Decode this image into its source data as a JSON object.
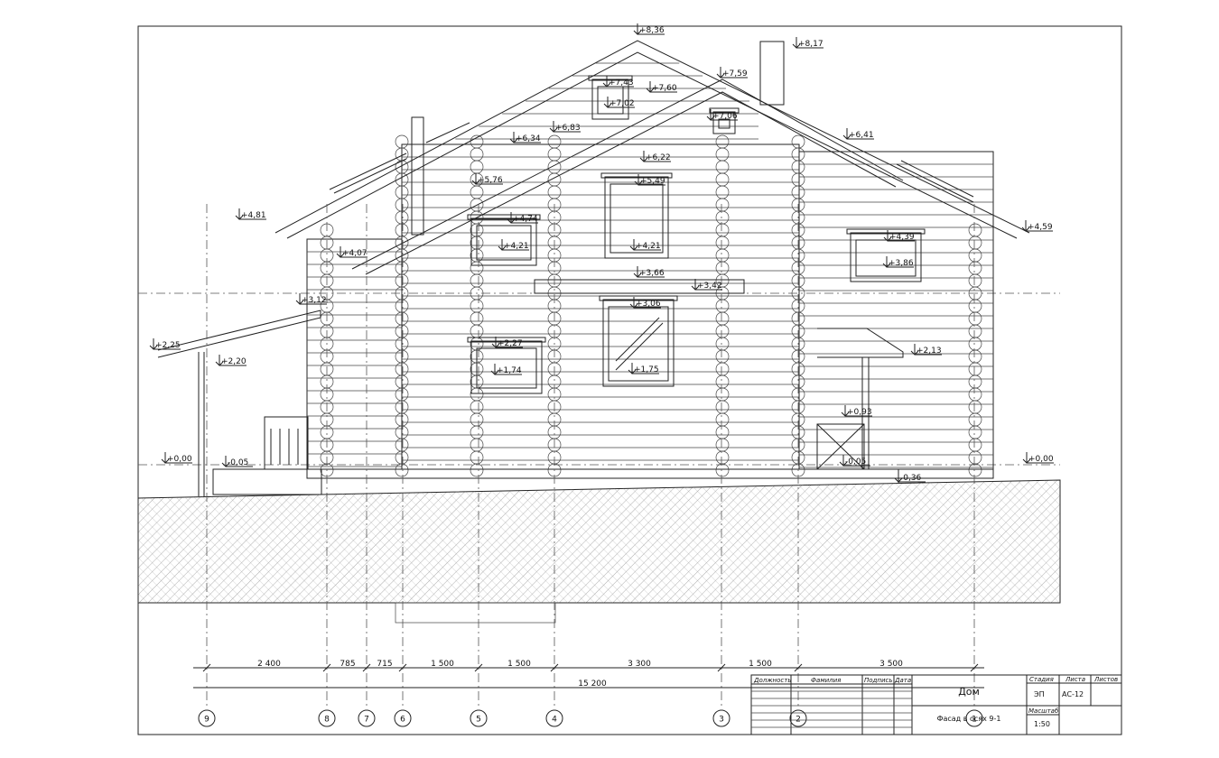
{
  "levels": [
    {
      "label": "+8,36"
    },
    {
      "label": "+8,17"
    },
    {
      "label": "+7,59"
    },
    {
      "label": "+7,43"
    },
    {
      "label": "+7,60"
    },
    {
      "label": "+7,02"
    },
    {
      "label": "+7,06"
    },
    {
      "label": "+6,83"
    },
    {
      "label": "+6,34"
    },
    {
      "label": "+6,41"
    },
    {
      "label": "+6,22"
    },
    {
      "label": "+5,76"
    },
    {
      "label": "+5,49"
    },
    {
      "label": "+4,81"
    },
    {
      "label": "+4,74"
    },
    {
      "label": "+4,59"
    },
    {
      "label": "+4,39"
    },
    {
      "label": "+4,21"
    },
    {
      "label": "+4,21"
    },
    {
      "label": "+4,07"
    },
    {
      "label": "+3,86"
    },
    {
      "label": "+3,66"
    },
    {
      "label": "+3,42"
    },
    {
      "label": "+3,12"
    },
    {
      "label": "+3,06"
    },
    {
      "label": "+2,27"
    },
    {
      "label": "+2,25"
    },
    {
      "label": "+2,20"
    },
    {
      "label": "+2,13"
    },
    {
      "label": "+1,74"
    },
    {
      "label": "+1,75"
    },
    {
      "label": "+0,93"
    },
    {
      "label": "+0,00"
    },
    {
      "label": "-0,05"
    },
    {
      "label": "-0,05"
    },
    {
      "label": "-0,36"
    },
    {
      "label": "+0,00"
    }
  ],
  "dimensions": {
    "segments": [
      "2 400",
      "785",
      "715",
      "1 500",
      "1 500",
      "3 300",
      "1 500",
      "3 500"
    ],
    "total": "15 200"
  },
  "axes": [
    "9",
    "8",
    "7",
    "6",
    "5",
    "4",
    "3",
    "2",
    "1"
  ],
  "title_block": {
    "headers": {
      "position": "Должность",
      "surname": "Фамилия",
      "signature": "Подпись",
      "date": "Дата"
    },
    "project": "Дом",
    "sheet_title": "Фасад в осях 9-1",
    "stage_label": "Стадия",
    "stage": "ЭП",
    "sheet_label": "Листа",
    "sheet": "АС-12",
    "sheets_label": "Листов",
    "scale_label": "Масштаб",
    "scale": "1:50"
  }
}
